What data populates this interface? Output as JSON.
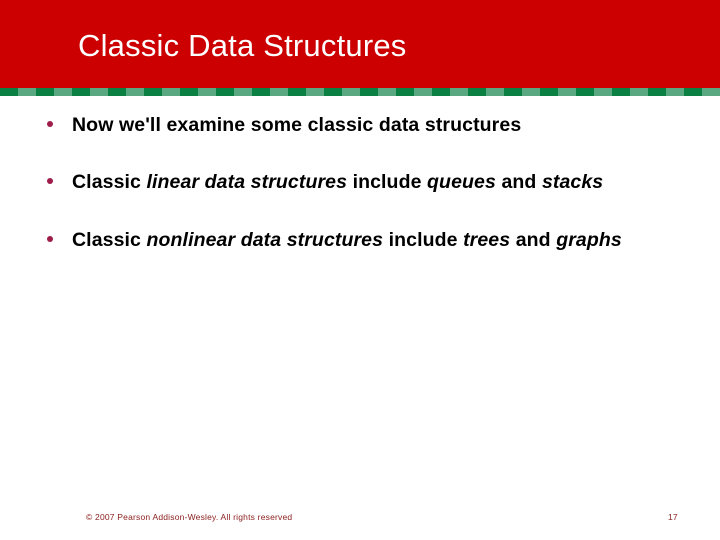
{
  "slide": {
    "title": "Classic Data Structures",
    "colors": {
      "header_red": "#cc0000",
      "divider_dark_green": "#0a8043",
      "divider_light_green": "#5aa882",
      "bullet_marker": "#9e1b4a",
      "body_text": "#000000",
      "footer_text": "#8c2020",
      "background": "#ffffff",
      "title_text": "#ffffff"
    },
    "bullets": [
      {
        "marker": "bullet-dot",
        "segments": [
          {
            "text": "Now we'll examine some classic data structures",
            "italic": false
          }
        ]
      },
      {
        "marker": "bullet-dot",
        "segments": [
          {
            "text": "Classic ",
            "italic": false
          },
          {
            "text": "linear data structures",
            "italic": true
          },
          {
            "text": " include ",
            "italic": false
          },
          {
            "text": "queues",
            "italic": true
          },
          {
            "text": " and ",
            "italic": false
          },
          {
            "text": "stacks",
            "italic": true
          }
        ]
      },
      {
        "marker": "bullet-dot",
        "segments": [
          {
            "text": "Classic ",
            "italic": false
          },
          {
            "text": "nonlinear data structures",
            "italic": true
          },
          {
            "text": " include ",
            "italic": false
          },
          {
            "text": "trees",
            "italic": true
          },
          {
            "text": " and ",
            "italic": false
          },
          {
            "text": "graphs",
            "italic": true
          }
        ]
      }
    ],
    "footer": {
      "copyright": "© 2007 Pearson Addison-Wesley. All rights reserved",
      "page_number": "17"
    },
    "divider": {
      "dash_width": 18,
      "dash_gap": 18,
      "height": 8
    }
  }
}
